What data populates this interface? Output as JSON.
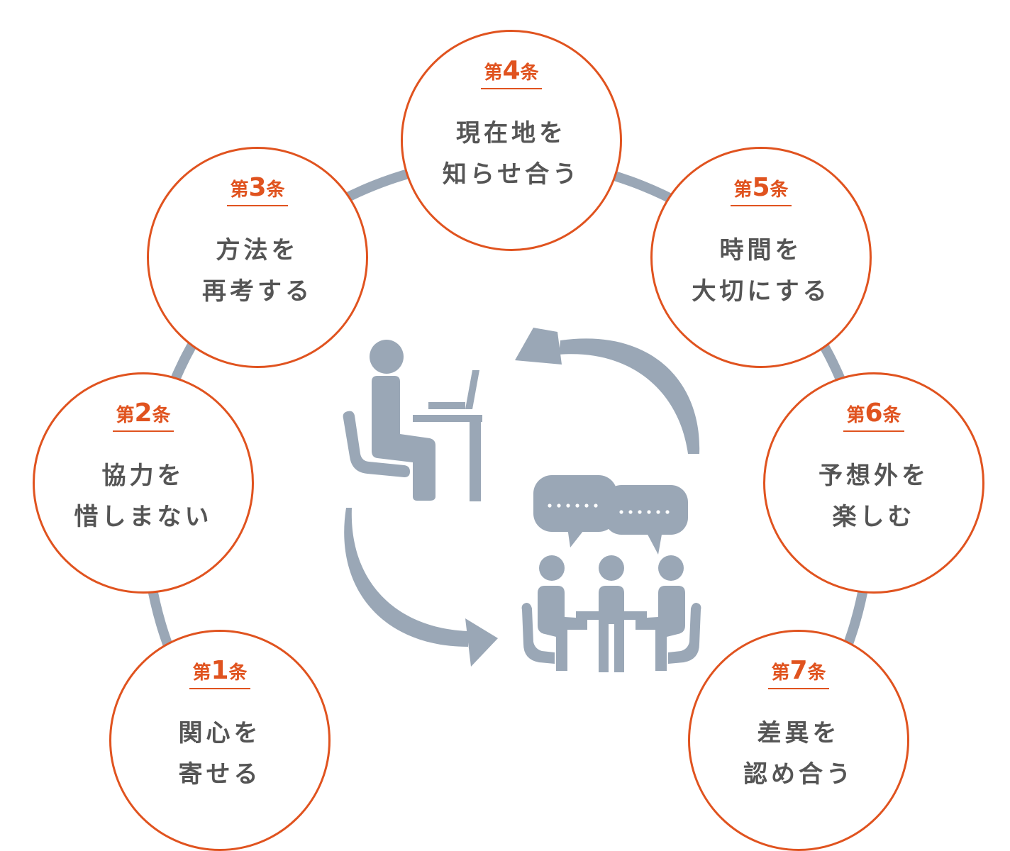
{
  "colors": {
    "accent": "#e0531f",
    "ring": "#9aa7b6",
    "icon": "#9aa7b6",
    "text": "#555555"
  },
  "icons": [
    "person-at-desk-icon",
    "meeting-group-icon",
    "speech-bubble-icon",
    "cycle-arrow-icon"
  ],
  "articles": [
    {
      "prefix": "第",
      "number": "1",
      "suffix": "条",
      "line1": "関心を",
      "line2": "寄せる"
    },
    {
      "prefix": "第",
      "number": "2",
      "suffix": "条",
      "line1": "協力を",
      "line2": "惜しまない"
    },
    {
      "prefix": "第",
      "number": "3",
      "suffix": "条",
      "line1": "方法を",
      "line2": "再考する"
    },
    {
      "prefix": "第",
      "number": "4",
      "suffix": "条",
      "line1": "現在地を",
      "line2": "知らせ合う"
    },
    {
      "prefix": "第",
      "number": "5",
      "suffix": "条",
      "line1": "時間を",
      "line2": "大切にする"
    },
    {
      "prefix": "第",
      "number": "6",
      "suffix": "条",
      "line1": "予想外を",
      "line2": "楽しむ"
    },
    {
      "prefix": "第",
      "number": "7",
      "suffix": "条",
      "line1": "差異を",
      "line2": "認め合う"
    }
  ],
  "bubbles": [
    {
      "text": "……"
    },
    {
      "text": "……"
    }
  ]
}
